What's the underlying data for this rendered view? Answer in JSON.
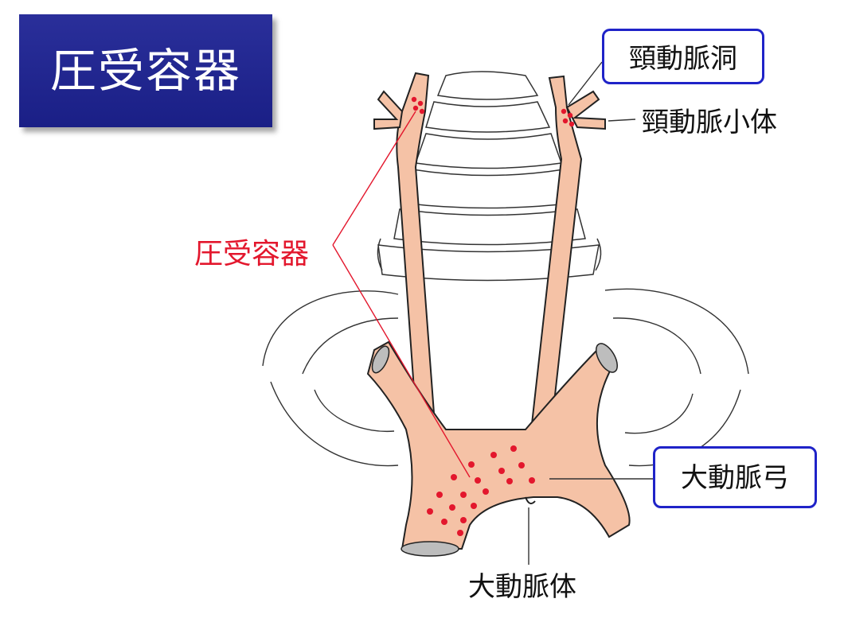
{
  "title": "圧受容器",
  "labels": {
    "carotid_sinus": "頸動脈洞",
    "carotid_body": "頸動脈小体",
    "baroreceptor": "圧受容器",
    "aortic_arch": "大動脈弓",
    "aortic_body": "大動脈体"
  },
  "colors": {
    "title_bg": "#1f2390",
    "vessel": "#f5c2a6",
    "receptor_dot": "#e3172d",
    "box_border": "#1f23c8",
    "leader_red": "#e3172d"
  }
}
